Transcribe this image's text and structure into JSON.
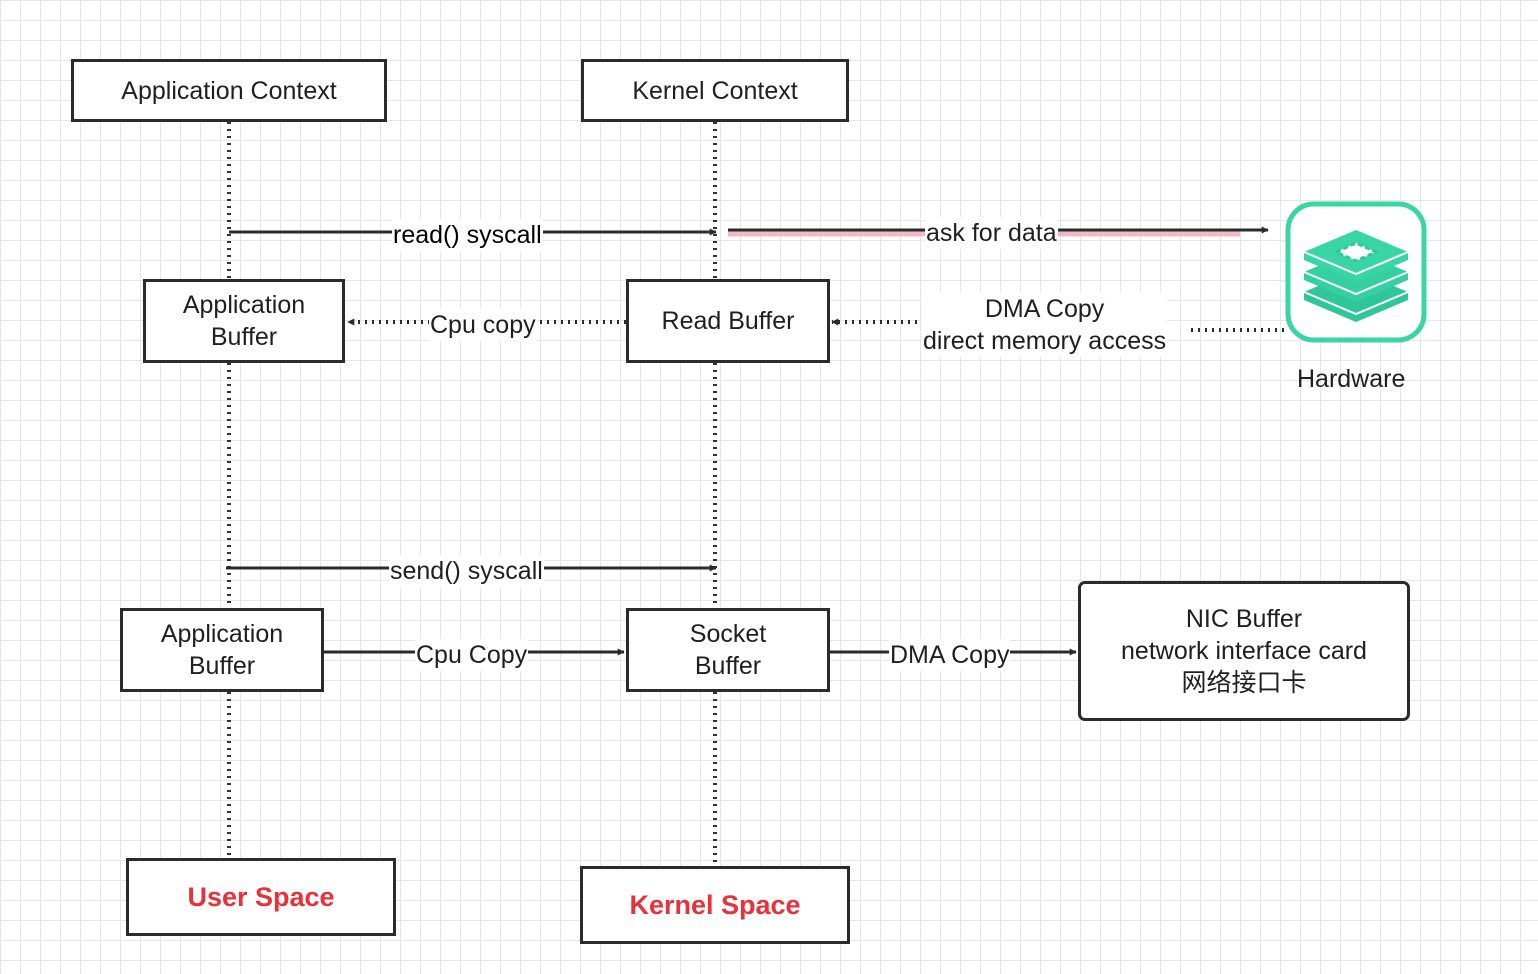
{
  "contexts": {
    "application": "Application Context",
    "kernel": "Kernel Context"
  },
  "buffers": {
    "app_buffer_1": [
      "Application",
      "Buffer"
    ],
    "read_buffer": "Read Buffer",
    "app_buffer_2": [
      "Application",
      "Buffer"
    ],
    "socket_buffer": [
      "Socket",
      "Buffer"
    ],
    "nic_buffer": [
      "NIC Buffer",
      "network interface card",
      "网络接口卡"
    ]
  },
  "arrows": {
    "read_syscall": "read() syscall",
    "ask_for_data": "ask for data",
    "cpu_copy_1": "Cpu copy",
    "dma_copy_1": [
      "DMA Copy",
      "direct memory access"
    ],
    "send_syscall": "send() syscall",
    "cpu_copy_2": "Cpu Copy",
    "dma_copy_2": "DMA Copy"
  },
  "hardware": {
    "label": "Hardware",
    "icon": "layered-stack-icon"
  },
  "spaces": {
    "user": "User Space",
    "kernel": "Kernel Space"
  },
  "colors": {
    "line": "#2b2b2b",
    "space_text": "#e8313a",
    "hardware_accent": "#38d6a5",
    "ask_line_tint": "#f0b8c8"
  }
}
